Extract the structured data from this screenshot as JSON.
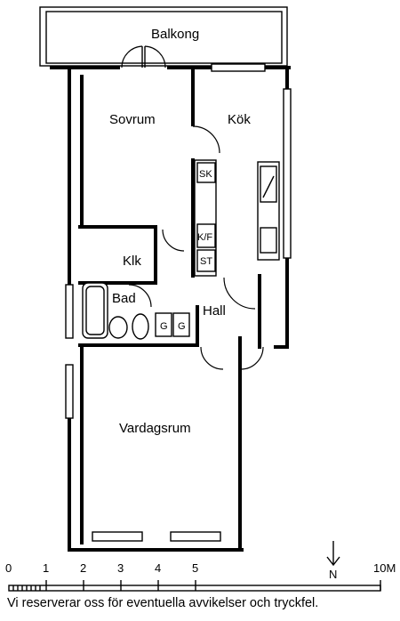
{
  "rooms": {
    "balcony": "Balkong",
    "bedroom": "Sovrum",
    "kitchen": "Kök",
    "closet": "Klk",
    "bathroom": "Bad",
    "hall": "Hall",
    "living_room": "Vardagsrum"
  },
  "fixtures": {
    "freezer": "SK",
    "fridge_freezer": "K/F",
    "stove": "ST",
    "cabinet_1": "G",
    "cabinet_2": "G"
  },
  "scale": {
    "ticks": [
      "0",
      "1",
      "2",
      "3",
      "4",
      "5"
    ],
    "end_label": "10M",
    "north": "N"
  },
  "disclaimer": "Vi reserverar oss för eventuella avvikelser och tryckfel."
}
